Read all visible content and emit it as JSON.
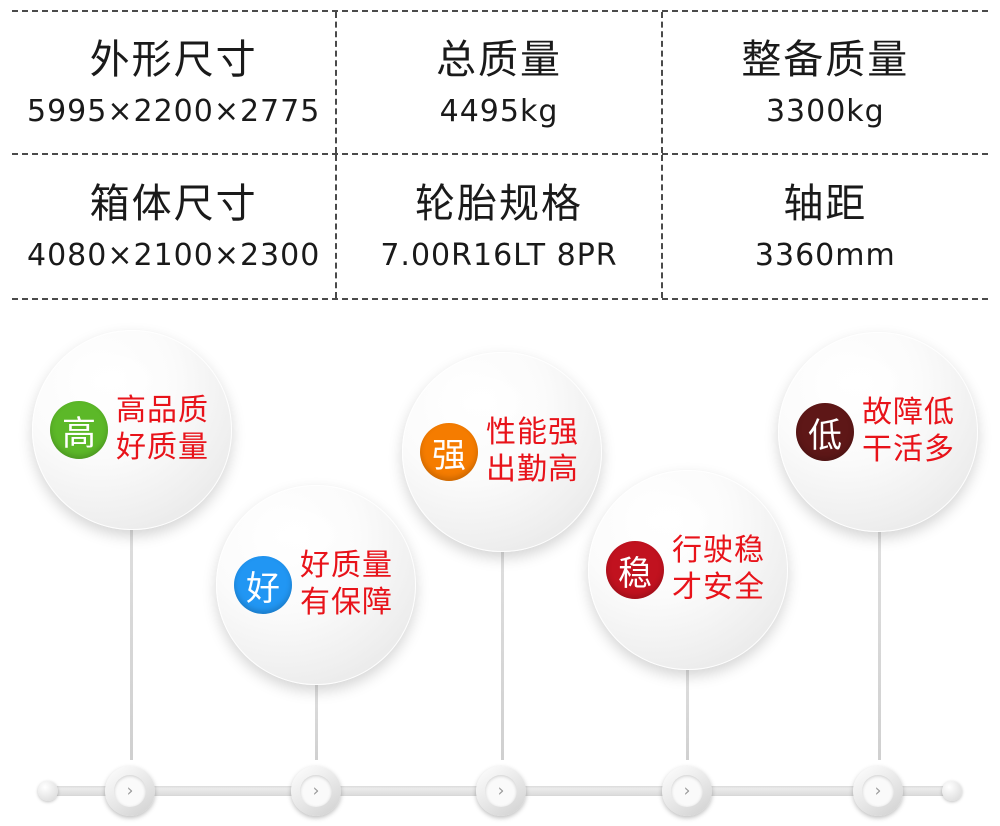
{
  "spec_table": {
    "rows": [
      [
        {
          "title": "外形尺寸",
          "value": "5995×2200×2775"
        },
        {
          "title": "总质量",
          "value": "4495kg"
        },
        {
          "title": "整备质量",
          "value": "3300kg"
        }
      ],
      [
        {
          "title": "箱体尺寸",
          "value": "4080×2100×2300"
        },
        {
          "title": "轮胎规格",
          "value": "7.00R16LT 8PR"
        },
        {
          "title": "轴距",
          "value": "3360mm"
        }
      ]
    ]
  },
  "bubbles": [
    {
      "badge": "高",
      "badge_color": "#5cb828",
      "line1": "高品质",
      "line2": "好质量"
    },
    {
      "badge": "好",
      "badge_color": "#2196f3",
      "line1": "好质量",
      "line2": "有保障"
    },
    {
      "badge": "强",
      "badge_color": "#f57c00",
      "line1": "性能强",
      "line2": "出勤高"
    },
    {
      "badge": "稳",
      "badge_color": "#c1121f",
      "line1": "行驶稳",
      "line2": "才安全"
    },
    {
      "badge": "低",
      "badge_color": "#5e1717",
      "line1": "故障低",
      "line2": "干活多"
    }
  ],
  "timeline": {
    "node_icon": "›",
    "nodes": [
      "node-1",
      "node-2",
      "node-3",
      "node-4",
      "node-5"
    ]
  },
  "colors": {
    "text_red": "#e8131a",
    "text_dark": "#1a1a1a",
    "divider": "#4a4a4a"
  }
}
